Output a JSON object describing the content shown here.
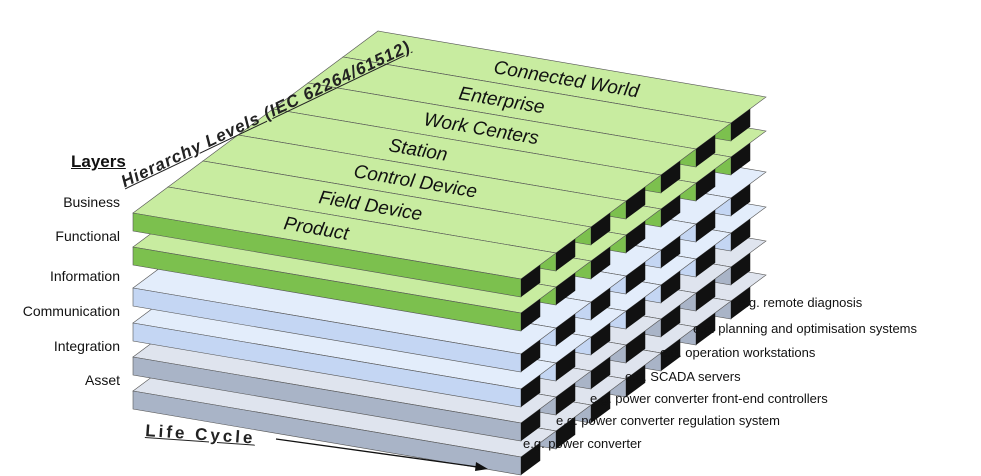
{
  "layers_title": "Layers",
  "hierarchy_title": "Hierarchy Levels (IEC 62264/61512)",
  "lifecycle_title": "Life Cycle",
  "layers": [
    "Business",
    "Functional",
    "Information",
    "Communication",
    "Integration",
    "Asset"
  ],
  "hierarchy_levels": [
    "Product",
    "Field Device",
    "Control Device",
    "Station",
    "Work Centers",
    "Enterprise",
    "Connected World"
  ],
  "examples": [
    "e.g. remote diagnosis",
    "e.g. planning and optimisation systems",
    "e.g. operation workstations",
    "e.g. SCADA servers",
    "e.g. power converter front-end controllers",
    "e.g. power converter regulation system",
    "e.g. power converter"
  ],
  "colors": {
    "green_top": "#c8eca0",
    "green_front": "#7cc04e",
    "blue_top": "#e3edfb",
    "blue_front": "#c4d6f3",
    "grey_top": "#dfe4ee",
    "grey_front": "#a9b4c7",
    "cube_face": "#111111"
  }
}
